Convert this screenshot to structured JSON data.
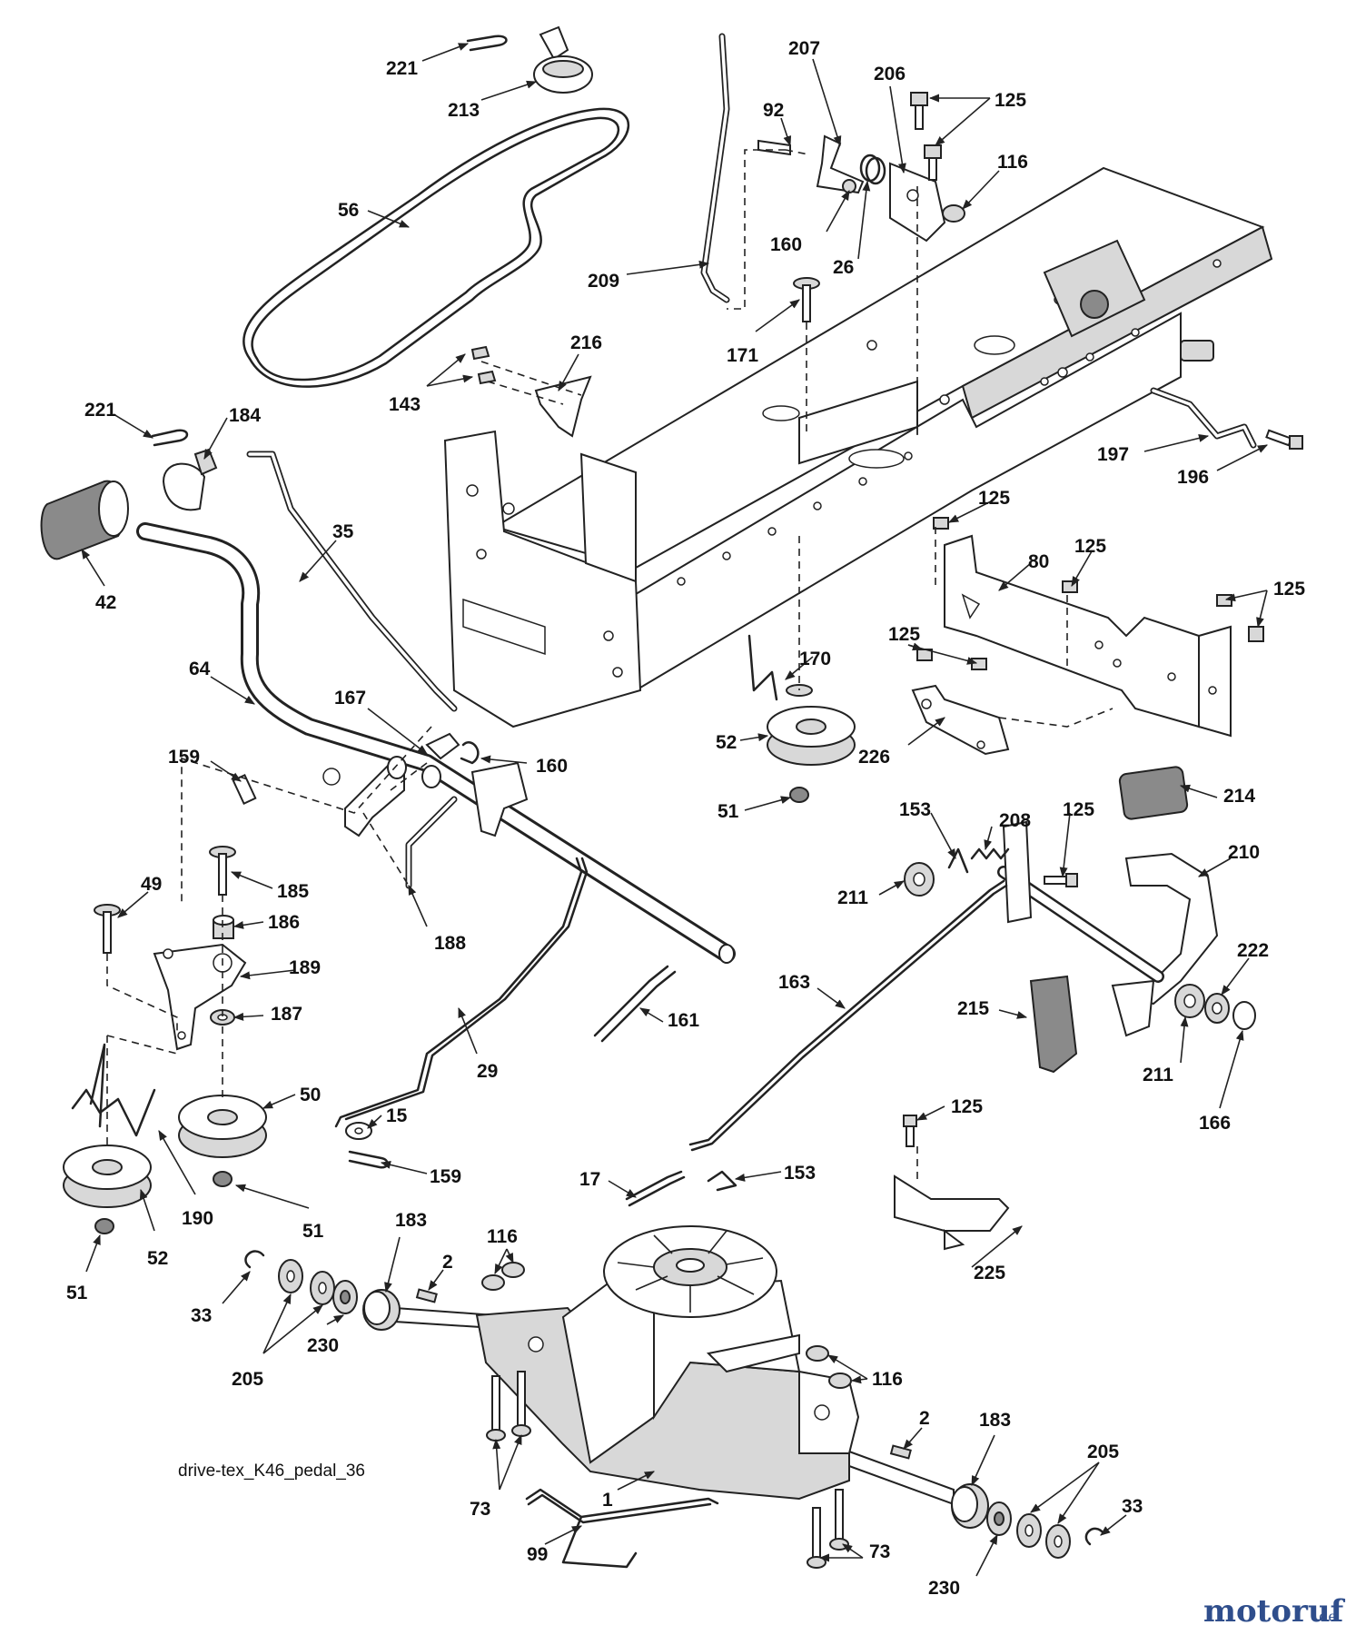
{
  "caption": "drive-tex_K46_pedal_36",
  "watermark": {
    "brand": "motoruf",
    "suffix": ".de",
    "color": "#2f4e8c"
  },
  "callouts": [
    "221",
    "213",
    "56",
    "209",
    "92",
    "207",
    "206",
    "125",
    "116",
    "160",
    "26",
    "171",
    "216",
    "143",
    "221",
    "184",
    "42",
    "35",
    "64",
    "197",
    "196",
    "125",
    "125",
    "80",
    "125",
    "125",
    "167",
    "160",
    "159",
    "170",
    "52",
    "226",
    "51",
    "49",
    "185",
    "186",
    "188",
    "189",
    "187",
    "153",
    "208",
    "125",
    "214",
    "210",
    "211",
    "163",
    "161",
    "29",
    "50",
    "222",
    "215",
    "211",
    "166",
    "15",
    "159",
    "125",
    "17",
    "153",
    "190",
    "51",
    "52",
    "51",
    "183",
    "116",
    "2",
    "225",
    "33",
    "205",
    "230",
    "116",
    "2",
    "183",
    "205",
    "1",
    "73",
    "99",
    "73",
    "230",
    "33"
  ]
}
